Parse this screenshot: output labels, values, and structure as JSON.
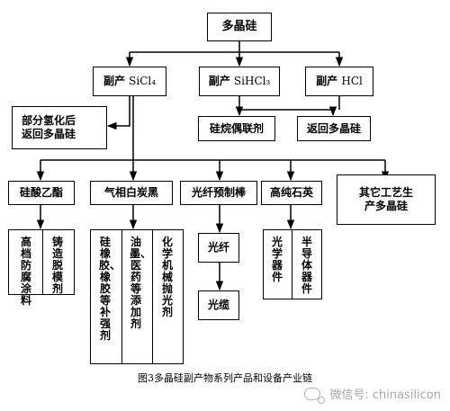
{
  "root": "多晶硅",
  "byproducts": {
    "sicl4": {
      "prefix": "副产",
      "formula": "SiCl₄"
    },
    "sihcl3": {
      "prefix": "副产",
      "formula": "SiHCl₃"
    },
    "hcl": {
      "prefix": "副产",
      "formula": "HCl"
    }
  },
  "partial_hydro": {
    "line1": "部分氢化后",
    "line2": "返回多晶硅"
  },
  "silane_coupling": "硅烷偶联剂",
  "return_polysilicon": "返回多晶硅",
  "products": {
    "ethyl_silicate": "硅酸乙酯",
    "fumed_silica": "气相白炭黑",
    "fiber_preform": "光纤预制棒",
    "high_purity_quartz": "高纯石英",
    "other_process": {
      "line1": "其它工艺生",
      "line2": "产多晶硅"
    }
  },
  "sub_products": {
    "ethyl_silicate": [
      "高档防腐涂料",
      "铸造脱模剂"
    ],
    "fumed_silica": [
      "硅橡胶、橡胶等补强剂",
      "油墨、医药等添加剂",
      "化学机械抛光剂"
    ],
    "quartz": [
      "光学器件",
      "半导体器件"
    ]
  },
  "fiber_chain": [
    "光纤",
    "光缆"
  ],
  "caption": "图3多晶硅副产物系列产品和设备产业链",
  "watermark": "微信号: chinasilicon"
}
